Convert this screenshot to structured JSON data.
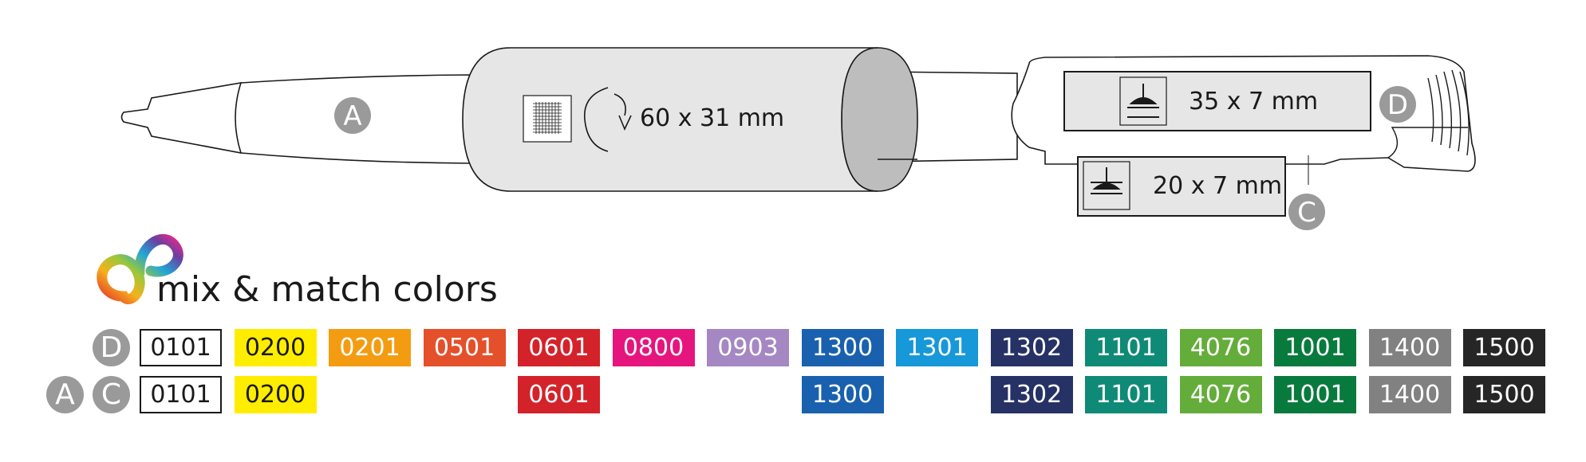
{
  "diagram": {
    "print_areas": [
      {
        "letter": "A"
      },
      {
        "label": "60 x 31 mm"
      },
      {
        "letter": "D",
        "label": "35 x 7 mm"
      },
      {
        "letter": "C",
        "label": "20 x 7 mm"
      }
    ]
  },
  "legend": {
    "title": "mix & match colors",
    "rows": [
      {
        "badges": [
          "D"
        ],
        "swatches": [
          {
            "code": "0101",
            "color": "#ffffff",
            "col": 0
          },
          {
            "code": "0200",
            "color": "#ffed00",
            "col": 1
          },
          {
            "code": "0201",
            "color": "#f39c12",
            "col": 2
          },
          {
            "code": "0501",
            "color": "#e4502a",
            "col": 3
          },
          {
            "code": "0601",
            "color": "#d4222b",
            "col": 4
          },
          {
            "code": "0800",
            "color": "#e6157d",
            "col": 5
          },
          {
            "code": "0903",
            "color": "#a487c3",
            "col": 6
          },
          {
            "code": "1300",
            "color": "#1961ae",
            "col": 7
          },
          {
            "code": "1301",
            "color": "#1698d9",
            "col": 8
          },
          {
            "code": "1302",
            "color": "#263265",
            "col": 9
          },
          {
            "code": "1101",
            "color": "#0f8a76",
            "col": 10
          },
          {
            "code": "4076",
            "color": "#65ad3a",
            "col": 11
          },
          {
            "code": "1001",
            "color": "#097a3d",
            "col": 12
          },
          {
            "code": "1400",
            "color": "#818181",
            "col": 13
          },
          {
            "code": "1500",
            "color": "#262626",
            "col": 14
          }
        ]
      },
      {
        "badges": [
          "A",
          "C"
        ],
        "swatches": [
          {
            "code": "0101",
            "color": "#ffffff",
            "col": 0
          },
          {
            "code": "0200",
            "color": "#ffed00",
            "col": 1
          },
          {
            "code": "0601",
            "color": "#d4222b",
            "col": 4
          },
          {
            "code": "1300",
            "color": "#1961ae",
            "col": 7
          },
          {
            "code": "1302",
            "color": "#263265",
            "col": 9
          },
          {
            "code": "1101",
            "color": "#0f8a76",
            "col": 10
          },
          {
            "code": "4076",
            "color": "#65ad3a",
            "col": 11
          },
          {
            "code": "1001",
            "color": "#097a3d",
            "col": 12
          },
          {
            "code": "1400",
            "color": "#818181",
            "col": 13
          },
          {
            "code": "1500",
            "color": "#262626",
            "col": 14
          }
        ]
      }
    ]
  }
}
